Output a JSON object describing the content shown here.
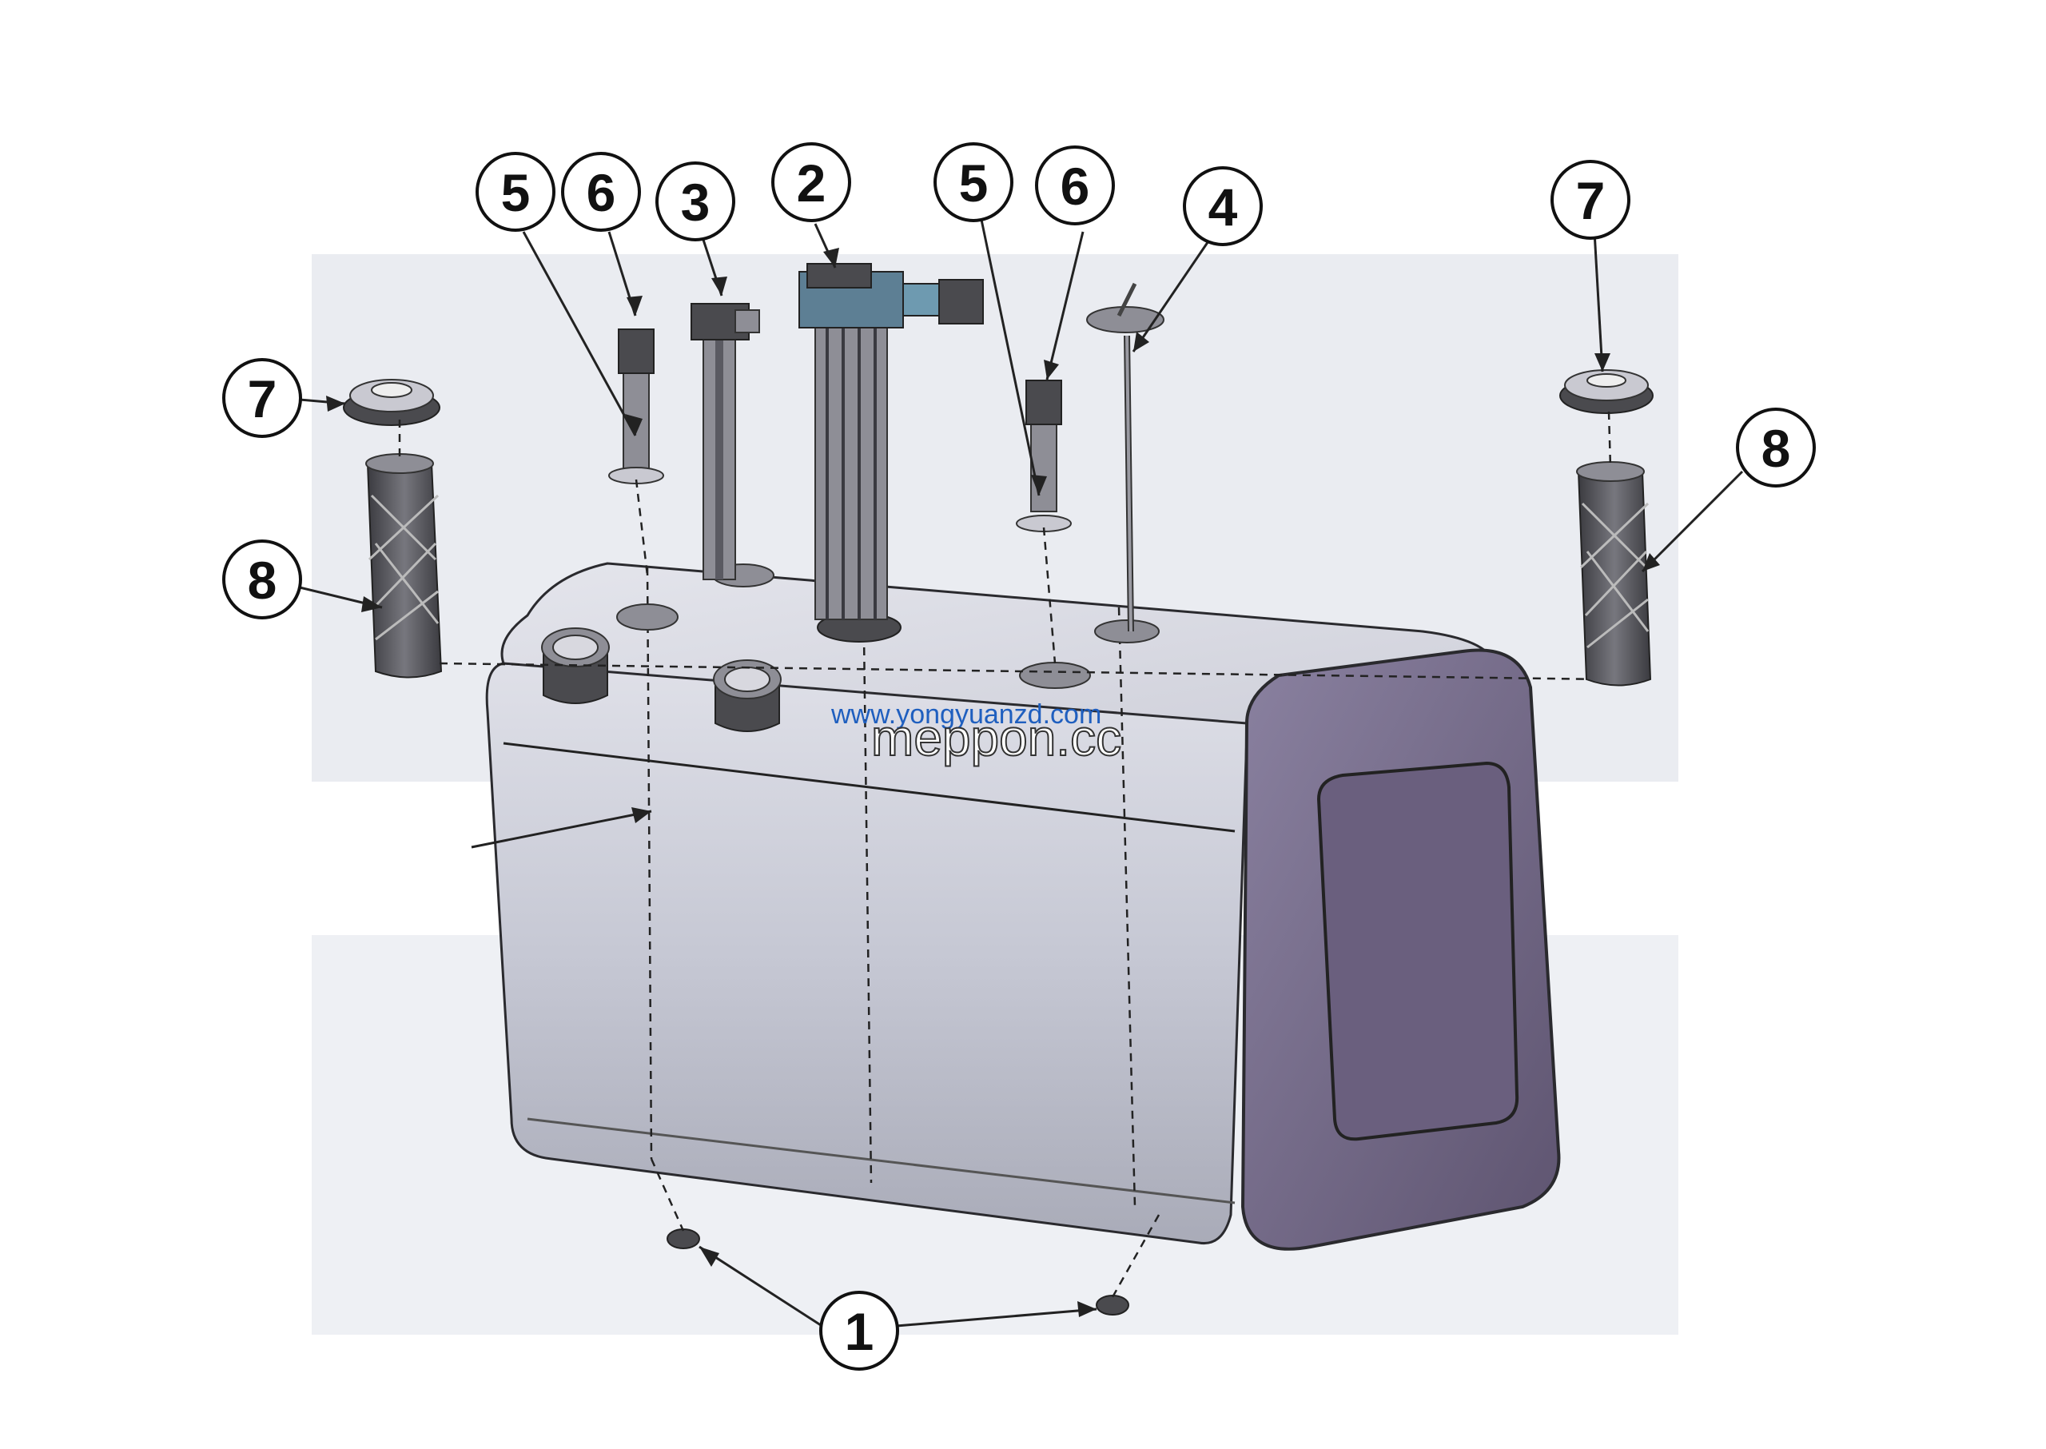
{
  "watermarks": [
    "www.yongyuanzd.com",
    "meppon.cc"
  ],
  "callouts": [
    "1",
    "2",
    "3",
    "4",
    "5",
    "6",
    "7",
    "8"
  ],
  "colors": {
    "background": "#ffffff",
    "backdrop": "#e9ebf0",
    "tank_body": "#c8cad6",
    "tank_end": "#6f6580",
    "watermark_blue": "#1f5fbf"
  }
}
